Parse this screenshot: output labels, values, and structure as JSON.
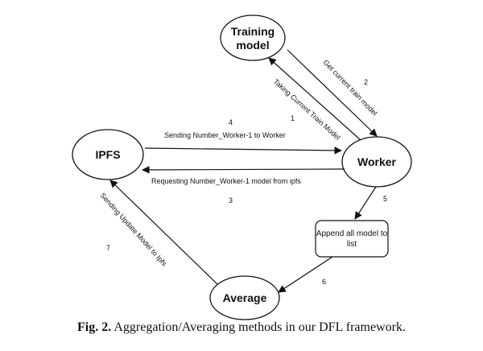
{
  "nodes": {
    "training_model_line1": "Training",
    "training_model_line2": "model",
    "worker": "Worker",
    "ipfs": "IPFS",
    "average": "Average",
    "append_box_line1": "Append all model to",
    "append_box_line2": "list"
  },
  "edges": {
    "get_model": "Get current train model",
    "get_model_num": "2",
    "taking_model": "Taking Current Train Model",
    "taking_model_num": "1",
    "sending_to_worker": "Sending Number_Worker-1 to Worker",
    "sending_to_worker_num": "4",
    "requesting_model": "Requesting Number_Worker-1 model from ipfs",
    "requesting_model_num": "3",
    "worker_to_append_num": "5",
    "append_to_average_num": "6",
    "sending_update": "Sending Update Model to Ipfs",
    "sending_update_num": "7"
  },
  "caption": {
    "label": "Fig. 2.",
    "text": " Aggregation/Averaging methods in our DFL framework."
  }
}
